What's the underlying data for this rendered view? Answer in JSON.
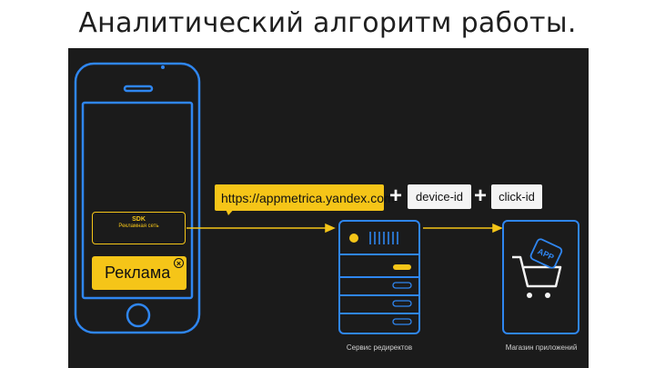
{
  "title": "Аналитический алгоритм работы.",
  "flow": {
    "url": "https://appmetrica.yandex.com",
    "plus": "+",
    "param1": "device-id",
    "param2": "click-id"
  },
  "phone": {
    "sdk_label": "SDK",
    "sdk_sublabel": "Рекламная сеть",
    "ad_label": "Реклама",
    "close_glyph": "×"
  },
  "server": {
    "caption": "Сервис редиректов"
  },
  "store": {
    "caption": "Магазин приложений",
    "app_badge": "APP"
  },
  "colors": {
    "background": "#1b1b1b",
    "outline": "#2f86f0",
    "accent": "#f5c518",
    "text_light": "#f4f4f4"
  }
}
